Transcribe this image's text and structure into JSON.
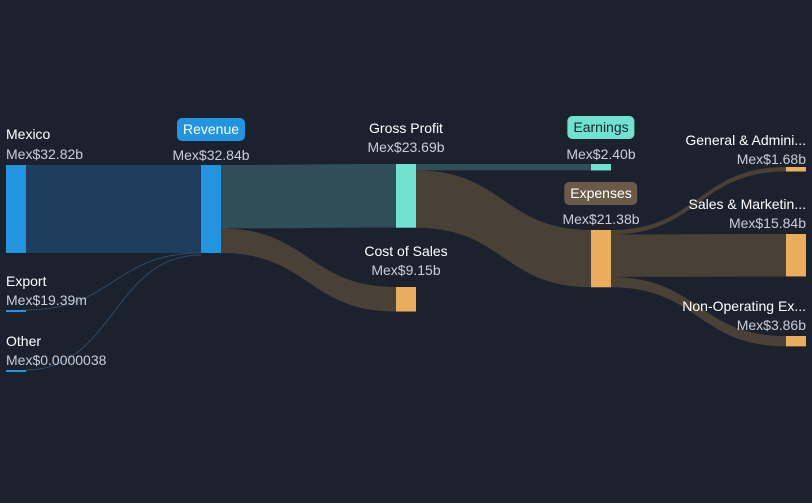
{
  "colors": {
    "background": "#1b222d",
    "revenue": "#2394df",
    "profit": "#6fe3cf",
    "cost": "#e9ad5c",
    "flow_revenue": "#1f3d5c",
    "flow_profit": "#2f4f57",
    "flow_cost": "#4a4136"
  },
  "chart_data": {
    "type": "sankey",
    "currency_prefix": "Mex$",
    "nodes": [
      {
        "id": "mexico",
        "label": "Mexico",
        "value_label": "Mex$32.82b"
      },
      {
        "id": "export",
        "label": "Export",
        "value_label": "Mex$19.39m"
      },
      {
        "id": "other",
        "label": "Other",
        "value_label": "Mex$0.0000038"
      },
      {
        "id": "revenue",
        "label": "Revenue",
        "value_label": "Mex$32.84b"
      },
      {
        "id": "gross_profit",
        "label": "Gross Profit",
        "value_label": "Mex$23.69b"
      },
      {
        "id": "cost_of_sales",
        "label": "Cost of Sales",
        "value_label": "Mex$9.15b"
      },
      {
        "id": "earnings",
        "label": "Earnings",
        "value_label": "Mex$2.40b"
      },
      {
        "id": "expenses",
        "label": "Expenses",
        "value_label": "Mex$21.38b"
      },
      {
        "id": "general_admin",
        "label": "General & Admini...",
        "value_label": "Mex$1.68b"
      },
      {
        "id": "sales_marketing",
        "label": "Sales & Marketin...",
        "value_label": "Mex$15.84b"
      },
      {
        "id": "non_operating",
        "label": "Non-Operating Ex...",
        "value_label": "Mex$3.86b"
      }
    ],
    "links": [
      {
        "source": "mexico",
        "target": "revenue",
        "value": 32.82
      },
      {
        "source": "export",
        "target": "revenue",
        "value": 0.01939
      },
      {
        "source": "other",
        "target": "revenue",
        "value": 3.8e-06
      },
      {
        "source": "revenue",
        "target": "gross_profit",
        "value": 23.69
      },
      {
        "source": "revenue",
        "target": "cost_of_sales",
        "value": 9.15
      },
      {
        "source": "gross_profit",
        "target": "earnings",
        "value": 2.4
      },
      {
        "source": "gross_profit",
        "target": "expenses",
        "value": 21.38
      },
      {
        "source": "expenses",
        "target": "general_admin",
        "value": 1.68
      },
      {
        "source": "expenses",
        "target": "sales_marketing",
        "value": 15.84
      },
      {
        "source": "expenses",
        "target": "non_operating",
        "value": 3.86
      }
    ]
  }
}
